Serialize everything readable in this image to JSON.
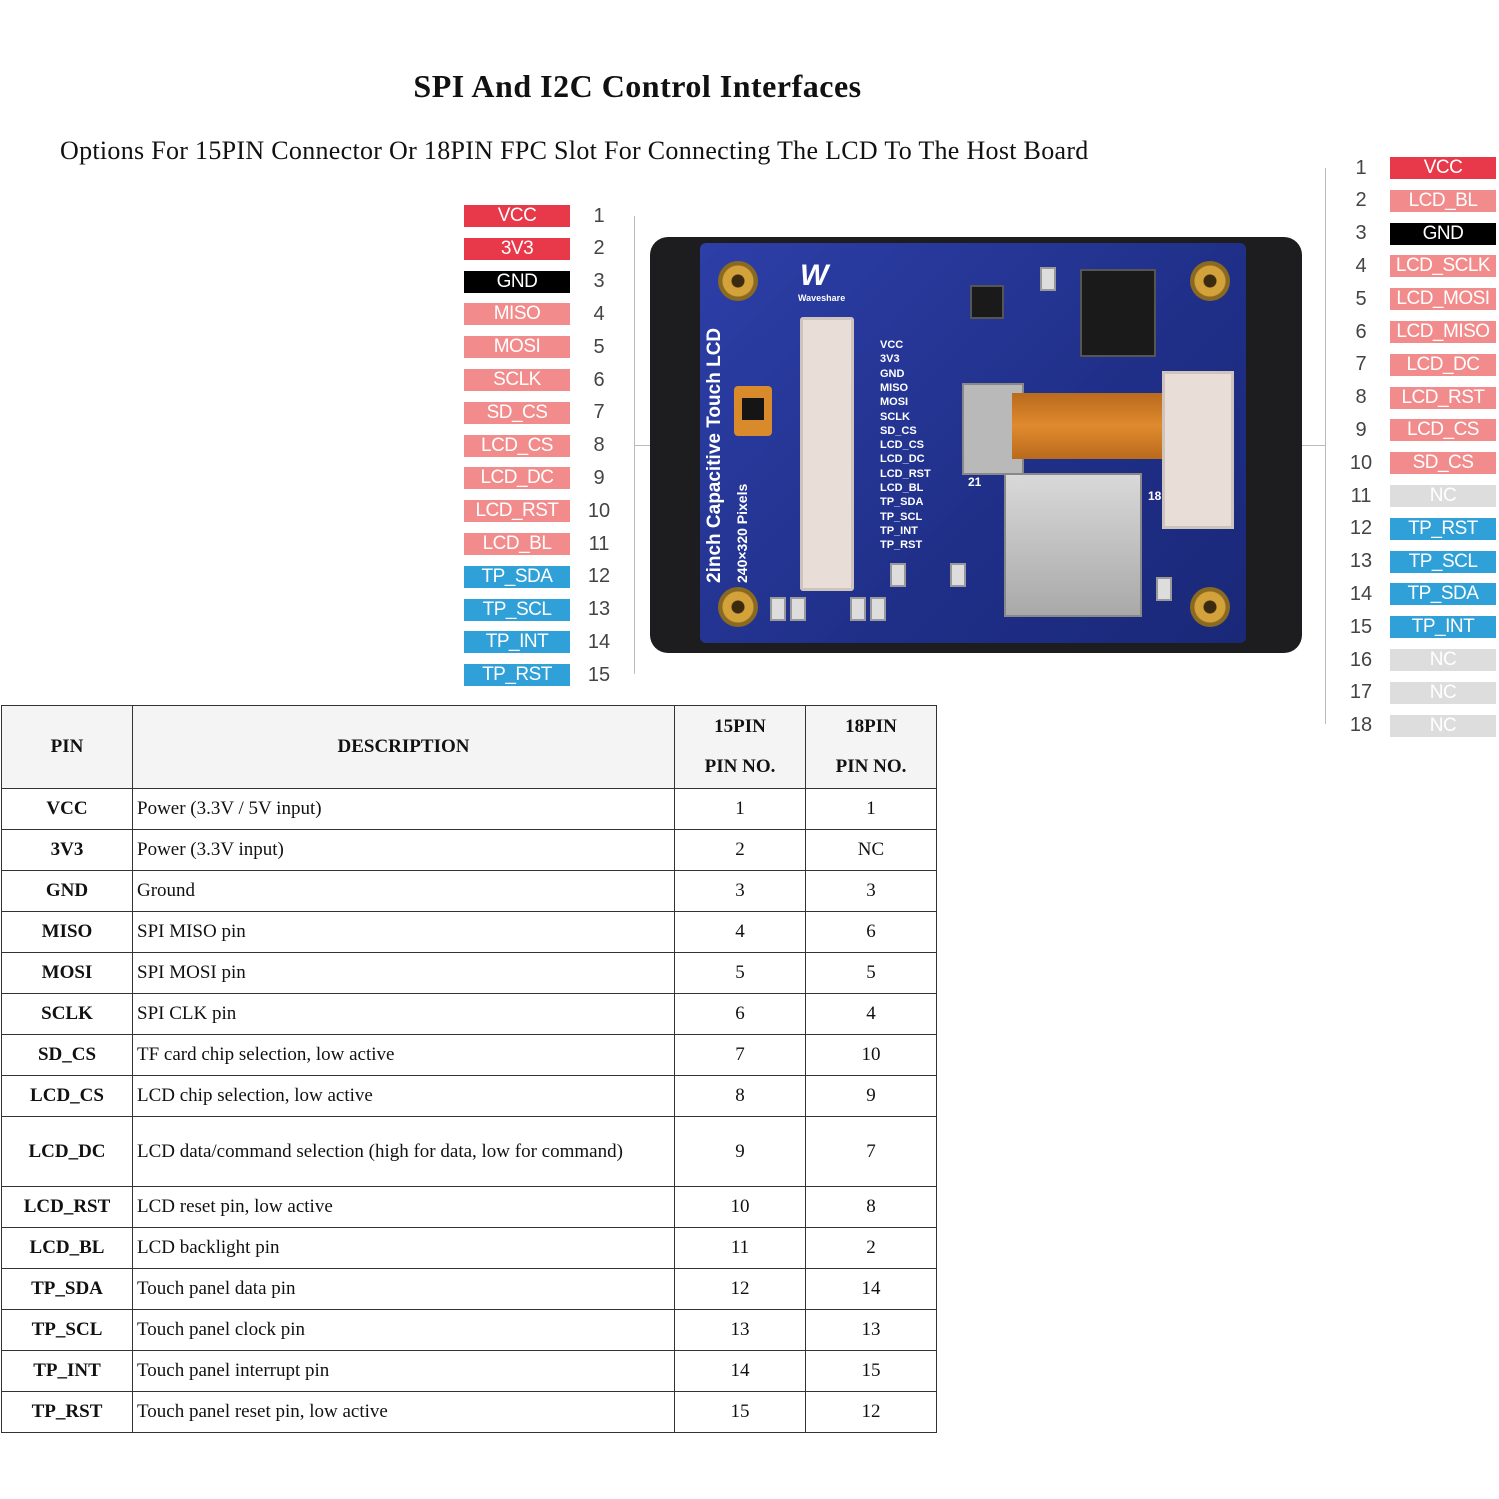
{
  "title": "SPI And I2C Control Interfaces",
  "subtitle": "Options For 15PIN Connector Or 18PIN FPC Slot For Connecting The LCD To The Host Board",
  "colors": {
    "power_red": "#e8394b",
    "ground_black": "#000000",
    "signal_pink": "#f28b8b",
    "touch_blue": "#2fa0d8",
    "nc_gray": "#dddddd"
  },
  "left_header": [
    {
      "label": "VCC",
      "num": "1",
      "color": "#e8394b"
    },
    {
      "label": "3V3",
      "num": "2",
      "color": "#e8394b"
    },
    {
      "label": "GND",
      "num": "3",
      "color": "#000000"
    },
    {
      "label": "MISO",
      "num": "4",
      "color": "#f28b8b"
    },
    {
      "label": "MOSI",
      "num": "5",
      "color": "#f28b8b"
    },
    {
      "label": "SCLK",
      "num": "6",
      "color": "#f28b8b"
    },
    {
      "label": "SD_CS",
      "num": "7",
      "color": "#f28b8b"
    },
    {
      "label": "LCD_CS",
      "num": "8",
      "color": "#f28b8b"
    },
    {
      "label": "LCD_DC",
      "num": "9",
      "color": "#f28b8b"
    },
    {
      "label": "LCD_RST",
      "num": "10",
      "color": "#f28b8b"
    },
    {
      "label": "LCD_BL",
      "num": "11",
      "color": "#f28b8b"
    },
    {
      "label": "TP_SDA",
      "num": "12",
      "color": "#2fa0d8"
    },
    {
      "label": "TP_SCL",
      "num": "13",
      "color": "#2fa0d8"
    },
    {
      "label": "TP_INT",
      "num": "14",
      "color": "#2fa0d8"
    },
    {
      "label": "TP_RST",
      "num": "15",
      "color": "#2fa0d8"
    }
  ],
  "right_header": [
    {
      "label": "VCC",
      "num": "1",
      "color": "#e8394b"
    },
    {
      "label": "LCD_BL",
      "num": "2",
      "color": "#f28b8b"
    },
    {
      "label": "GND",
      "num": "3",
      "color": "#000000"
    },
    {
      "label": "LCD_SCLK",
      "num": "4",
      "color": "#f28b8b"
    },
    {
      "label": "LCD_MOSI",
      "num": "5",
      "color": "#f28b8b"
    },
    {
      "label": "LCD_MISO",
      "num": "6",
      "color": "#f28b8b"
    },
    {
      "label": "LCD_DC",
      "num": "7",
      "color": "#f28b8b"
    },
    {
      "label": "LCD_RST",
      "num": "8",
      "color": "#f28b8b"
    },
    {
      "label": "LCD_CS",
      "num": "9",
      "color": "#f28b8b"
    },
    {
      "label": "SD_CS",
      "num": "10",
      "color": "#f28b8b"
    },
    {
      "label": "NC",
      "num": "11",
      "color": "#dddddd"
    },
    {
      "label": "TP_RST",
      "num": "12",
      "color": "#2fa0d8"
    },
    {
      "label": "TP_SCL",
      "num": "13",
      "color": "#2fa0d8"
    },
    {
      "label": "TP_SDA",
      "num": "14",
      "color": "#2fa0d8"
    },
    {
      "label": "TP_INT",
      "num": "15",
      "color": "#2fa0d8"
    },
    {
      "label": "NC",
      "num": "16",
      "color": "#dddddd"
    },
    {
      "label": "NC",
      "num": "17",
      "color": "#dddddd"
    },
    {
      "label": "NC",
      "num": "18",
      "color": "#dddddd"
    }
  ],
  "board": {
    "brand": "Waveshare",
    "product_name": "2inch Capacitive Touch LCD",
    "resolution": "240×320 Pixels",
    "silk_pins": [
      "VCC",
      "3V3",
      "GND",
      "MISO",
      "MOSI",
      "SCLK",
      "SD_CS",
      "LCD_CS",
      "LCD_DC",
      "LCD_RST",
      "LCD_BL",
      "TP_SDA",
      "TP_SCL",
      "TP_INT",
      "TP_RST"
    ],
    "fpc_left_mark": "21",
    "fpc_right_mark": "18"
  },
  "table": {
    "headers": {
      "pin": "PIN",
      "description": "DESCRIPTION",
      "p15_line1": "15PIN",
      "p15_line2": "PIN NO.",
      "p18_line1": "18PIN",
      "p18_line2": "PIN NO."
    },
    "rows": [
      {
        "pin": "VCC",
        "description": "Power (3.3V / 5V input)",
        "p15": "1",
        "p18": "1"
      },
      {
        "pin": "3V3",
        "description": "Power (3.3V input)",
        "p15": "2",
        "p18": "NC"
      },
      {
        "pin": "GND",
        "description": "Ground",
        "p15": "3",
        "p18": "3"
      },
      {
        "pin": "MISO",
        "description": "SPI MISO pin",
        "p15": "4",
        "p18": "6"
      },
      {
        "pin": "MOSI",
        "description": "SPI MOSI pin",
        "p15": "5",
        "p18": "5"
      },
      {
        "pin": "SCLK",
        "description": "SPI CLK pin",
        "p15": "6",
        "p18": "4"
      },
      {
        "pin": "SD_CS",
        "description": "TF card chip selection, low active",
        "p15": "7",
        "p18": "10"
      },
      {
        "pin": "LCD_CS",
        "description": "LCD chip selection, low active",
        "p15": "8",
        "p18": "9"
      },
      {
        "pin": "LCD_DC",
        "description": "LCD data/command selection (high for data, low for command)",
        "p15": "9",
        "p18": "7"
      },
      {
        "pin": "LCD_RST",
        "description": "LCD reset pin, low active",
        "p15": "10",
        "p18": "8"
      },
      {
        "pin": "LCD_BL",
        "description": "LCD backlight pin",
        "p15": "11",
        "p18": "2"
      },
      {
        "pin": "TP_SDA",
        "description": "Touch panel data pin",
        "p15": "12",
        "p18": "14"
      },
      {
        "pin": "TP_SCL",
        "description": "Touch panel clock pin",
        "p15": "13",
        "p18": "13"
      },
      {
        "pin": "TP_INT",
        "description": "Touch panel interrupt pin",
        "p15": "14",
        "p18": "15"
      },
      {
        "pin": "TP_RST",
        "description": "Touch panel reset pin, low active",
        "p15": "15",
        "p18": "12"
      }
    ]
  }
}
